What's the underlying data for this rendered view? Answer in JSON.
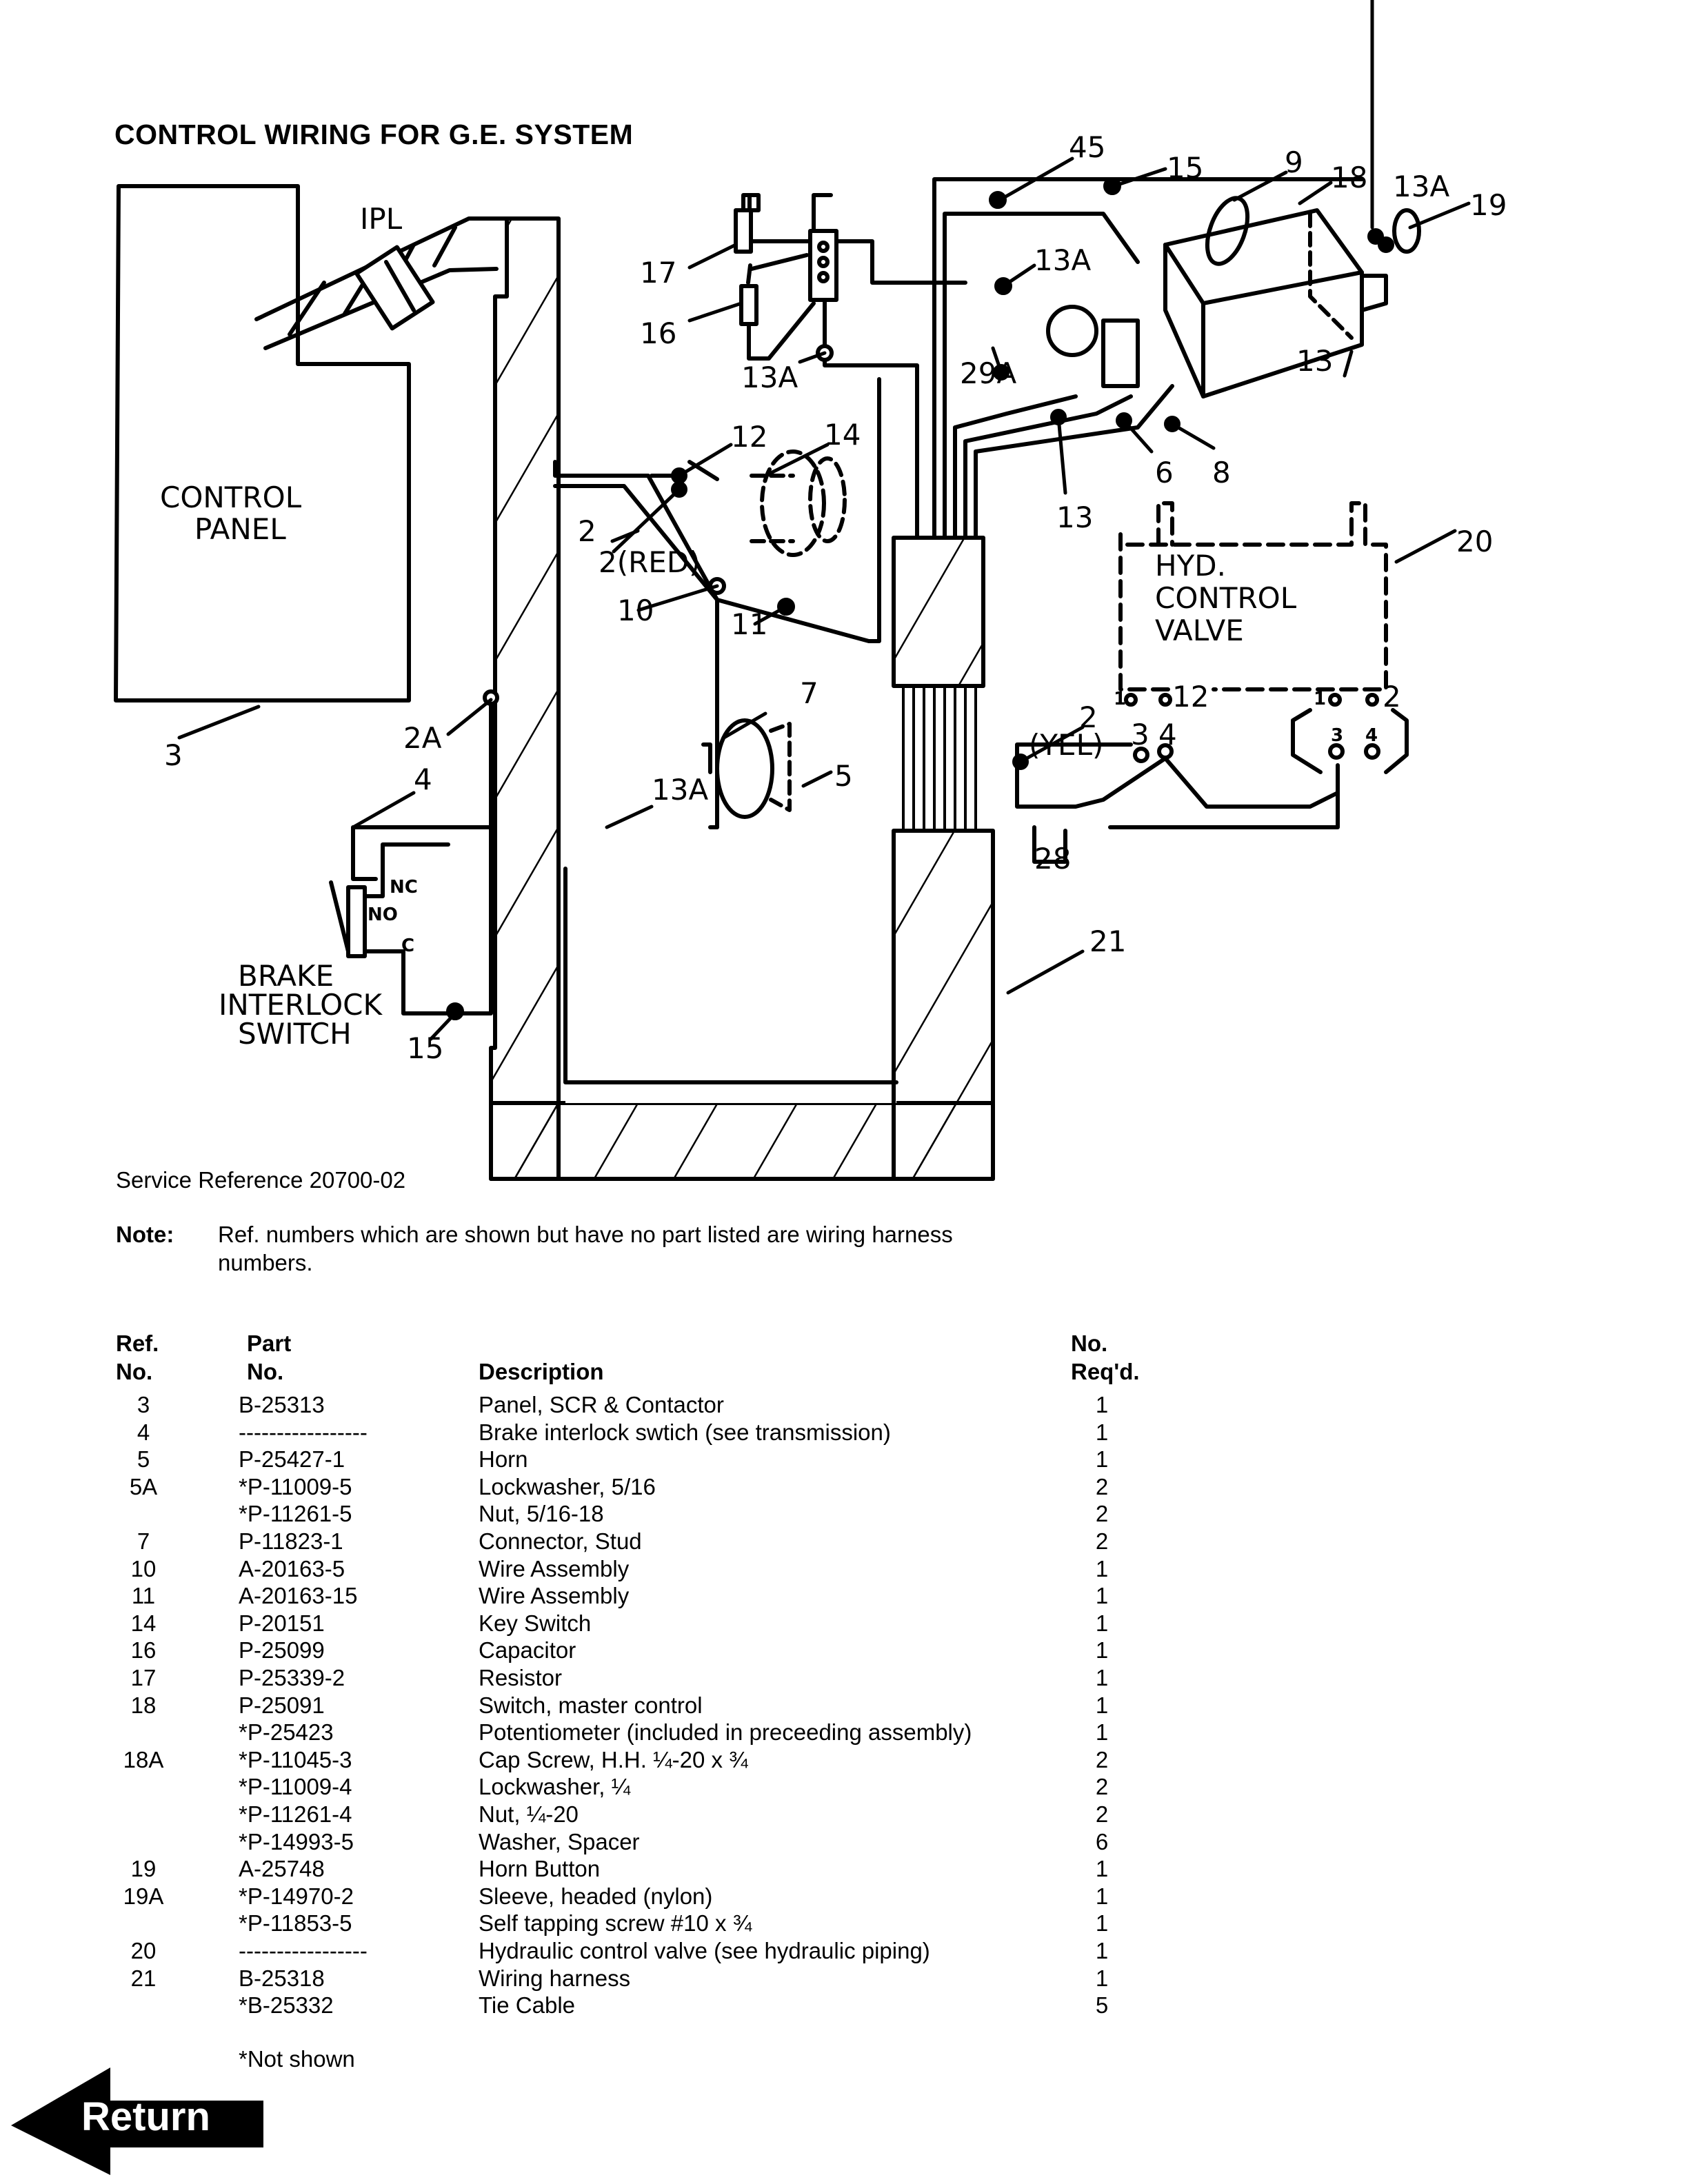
{
  "page": {
    "title": "CONTROL WIRING FOR G.E. SYSTEM",
    "service_reference": "Service Reference 20700-02",
    "note_label": "Note:",
    "note_text": "Ref. numbers which are shown but have no part listed are wiring harness numbers.",
    "footnote": "*Not shown",
    "return_label": "Return"
  },
  "diagram": {
    "component_labels": {
      "control_panel_line1": "CONTROL",
      "control_panel_line2": "PANEL",
      "ipl": "IPL",
      "brake_line1": "BRAKE",
      "brake_line2": "INTERLOCK",
      "brake_line3": "SWITCH",
      "switch_nc": "NC",
      "switch_no": "NO",
      "switch_c": "C",
      "hyd_line1": "HYD.",
      "hyd_line2": "CONTROL",
      "hyd_line3": "VALVE"
    },
    "callouts": {
      "r3": "3",
      "r2a": "2A",
      "r4": "4",
      "r15a": "15",
      "r17": "17",
      "r16": "16",
      "r13a_a": "13A",
      "r12": "12",
      "r14": "14",
      "r2": "2",
      "r2red": "2(RED)",
      "r10": "10",
      "r11": "11",
      "r7": "7",
      "r5": "5",
      "r13a_b": "13A",
      "r45": "45",
      "r15b": "15",
      "r9": "9",
      "r18": "18",
      "r13a_c": "13A",
      "r19": "19",
      "r13a_d": "13A",
      "r29a": "29A",
      "r13b": "13",
      "r13c": "13",
      "r6": "6",
      "r8": "8",
      "r20": "20",
      "r2yel": "2",
      "yel": "(YEL)",
      "r28": "28",
      "r21": "21"
    },
    "terminal_labels": {
      "left_1": "1",
      "left_12": "12",
      "left_3": "3",
      "left_4": "4",
      "right_1": "1",
      "right_12": "2",
      "right_3": "3",
      "right_4": "4"
    }
  },
  "parts_table": {
    "headers": {
      "ref_line1": "Ref.",
      "ref_line2": "No.",
      "part_line1": "Part",
      "part_line2": "No.",
      "desc": "Description",
      "qty_line1": "No.",
      "qty_line2": "Req'd."
    },
    "rows": [
      {
        "ref": "3",
        "part": "B-25313",
        "desc": "Panel, SCR & Contactor",
        "qty": "1"
      },
      {
        "ref": "4",
        "part": "-----------------",
        "desc": "Brake interlock swtich (see transmission)",
        "qty": "1"
      },
      {
        "ref": "5",
        "part": "P-25427-1",
        "desc": "Horn",
        "qty": "1"
      },
      {
        "ref": "5A",
        "part": "*P-11009-5",
        "desc": "Lockwasher, 5/16",
        "qty": "2"
      },
      {
        "ref": "",
        "part": "*P-11261-5",
        "desc": "Nut, 5/16-18",
        "qty": "2"
      },
      {
        "ref": "7",
        "part": "P-11823-1",
        "desc": "Connector, Stud",
        "qty": "2"
      },
      {
        "ref": "10",
        "part": "A-20163-5",
        "desc": "Wire Assembly",
        "qty": "1"
      },
      {
        "ref": "11",
        "part": "A-20163-15",
        "desc": "Wire Assembly",
        "qty": "1"
      },
      {
        "ref": "14",
        "part": "P-20151",
        "desc": "Key Switch",
        "qty": "1"
      },
      {
        "ref": "16",
        "part": "P-25099",
        "desc": "Capacitor",
        "qty": "1"
      },
      {
        "ref": "17",
        "part": "P-25339-2",
        "desc": "Resistor",
        "qty": "1"
      },
      {
        "ref": "18",
        "part": "P-25091",
        "desc": "Switch, master control",
        "qty": "1"
      },
      {
        "ref": "",
        "part": "*P-25423",
        "desc": "Potentiometer (included in preceeding assembly)",
        "qty": "1"
      },
      {
        "ref": "18A",
        "part": "*P-11045-3",
        "desc": "Cap Screw, H.H. ¼-20 x ¾",
        "qty": "2"
      },
      {
        "ref": "",
        "part": "*P-11009-4",
        "desc": "Lockwasher, ¼",
        "qty": "2"
      },
      {
        "ref": "",
        "part": "*P-11261-4",
        "desc": "Nut, ¼-20",
        "qty": "2"
      },
      {
        "ref": "",
        "part": "*P-14993-5",
        "desc": "Washer, Spacer",
        "qty": "6"
      },
      {
        "ref": "19",
        "part": "A-25748",
        "desc": "Horn Button",
        "qty": "1"
      },
      {
        "ref": "19A",
        "part": "*P-14970-2",
        "desc": "Sleeve, headed (nylon)",
        "qty": "1"
      },
      {
        "ref": "",
        "part": "*P-11853-5",
        "desc": "Self tapping screw #10 x ¾",
        "qty": "1"
      },
      {
        "ref": "20",
        "part": "-----------------",
        "desc": "Hydraulic control valve (see hydraulic piping)",
        "qty": "1"
      },
      {
        "ref": "21",
        "part": "B-25318",
        "desc": "Wiring harness",
        "qty": "1"
      },
      {
        "ref": "",
        "part": "*B-25332",
        "desc": "Tie Cable",
        "qty": "5"
      }
    ]
  }
}
